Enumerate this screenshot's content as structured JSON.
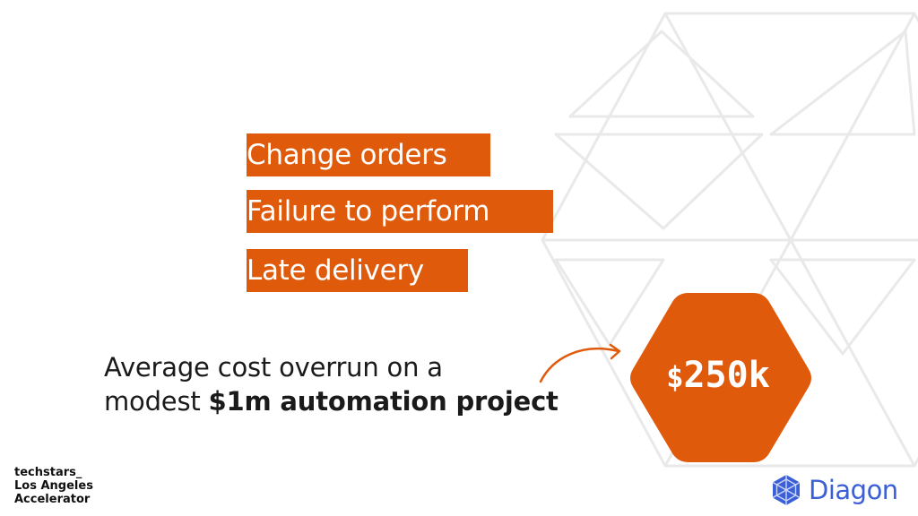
{
  "items": [
    {
      "label": "Change orders"
    },
    {
      "label": "Failure to perform"
    },
    {
      "label": "Late delivery"
    }
  ],
  "caption": {
    "line1": "Average cost overrun on a",
    "line2_prefix": "modest ",
    "line2_bold": "$1m automation project"
  },
  "highlight": {
    "currency": "$",
    "amount": "250k"
  },
  "logos": {
    "left_line1": "techstars_",
    "left_line2": "Los Angeles",
    "left_line3": "Accelerator",
    "right_name": "Diagon",
    "right_icon": "diagon-hexagon-icon"
  },
  "colors": {
    "accent": "#e05a0c",
    "text": "#1a1a1a",
    "brand_blue": "#3b5fd6",
    "background_lines": "#e9e9e9"
  }
}
